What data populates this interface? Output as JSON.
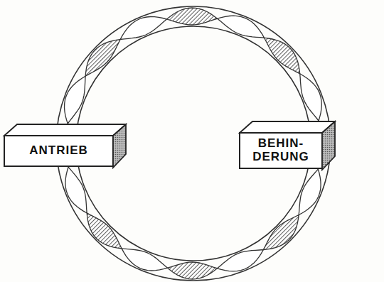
{
  "diagram": {
    "nodes": [
      {
        "text": [
          "ANTRIEB"
        ]
      },
      {
        "text": [
          "BEHIN- DERUNG"
        ]
      }
    ],
    "edges": [
      {
        "from": 0,
        "to": 1,
        "arrow": "none"
      },
      {
        "from": 0,
        "to": 1,
        "arrow": "none"
      }
    ]
  }
}
